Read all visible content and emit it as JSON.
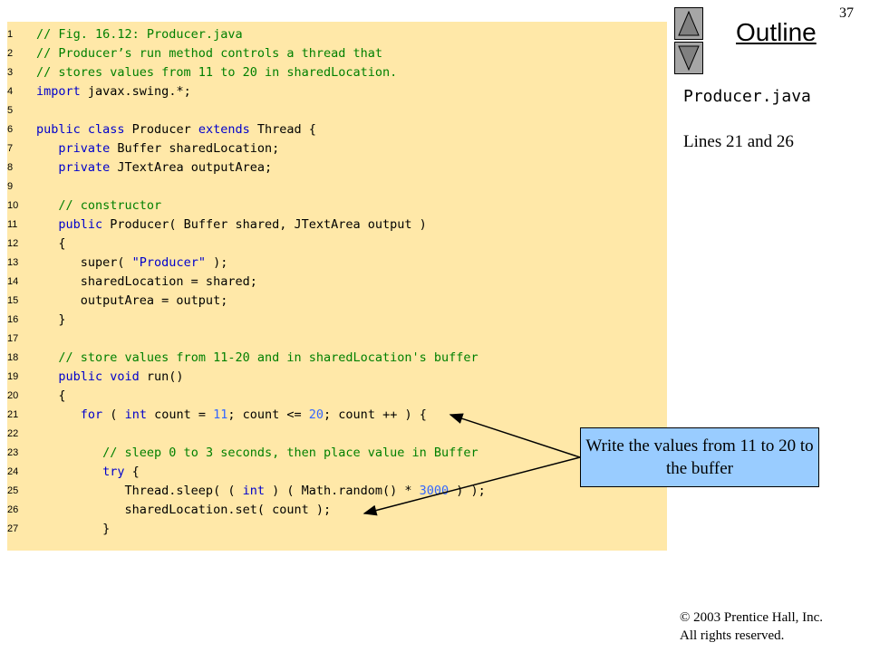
{
  "slide": {
    "page_number": "37",
    "outline_title": "Outline",
    "file_name": "Producer.java",
    "lines_note": "Lines 21 and 26",
    "callout_text": "Write the values from 11 to 20 to the buffer",
    "copyright_line1": "© 2003 Prentice Hall, Inc.",
    "copyright_line2": "All rights reserved."
  },
  "nav": {
    "up_icon": "triangle-up-icon",
    "down_icon": "triangle-down-icon"
  },
  "colors": {
    "code_background": "#ffe8a8",
    "comment": "#008000",
    "keyword": "#0000cc",
    "number": "#3366ff",
    "callout_background": "#99ccff"
  },
  "code_lines": [
    {
      "n": "1",
      "parts": [
        [
          "cmt",
          "// Fig. 16.12: Producer.java"
        ]
      ]
    },
    {
      "n": "2",
      "parts": [
        [
          "cmt",
          "// Producer’s run method controls a thread that"
        ]
      ]
    },
    {
      "n": "3",
      "parts": [
        [
          "cmt",
          "// stores values from 11 to 20 in sharedLocation."
        ]
      ]
    },
    {
      "n": "4",
      "parts": [
        [
          "kw",
          "import"
        ],
        [
          "pl",
          " javax.swing.*;"
        ]
      ]
    },
    {
      "n": "5",
      "parts": []
    },
    {
      "n": "6",
      "parts": [
        [
          "kw",
          "public class"
        ],
        [
          "pl",
          " Producer "
        ],
        [
          "kw",
          "extends"
        ],
        [
          "pl",
          " Thread {"
        ]
      ]
    },
    {
      "n": "7",
      "parts": [
        [
          "pl",
          "   "
        ],
        [
          "kw",
          "private"
        ],
        [
          "pl",
          " Buffer sharedLocation;"
        ]
      ]
    },
    {
      "n": "8",
      "parts": [
        [
          "pl",
          "   "
        ],
        [
          "kw",
          "private"
        ],
        [
          "pl",
          " JTextArea outputArea;"
        ]
      ]
    },
    {
      "n": "9",
      "parts": []
    },
    {
      "n": "10",
      "parts": [
        [
          "pl",
          "   "
        ],
        [
          "cmt",
          "// constructor"
        ]
      ]
    },
    {
      "n": "11",
      "parts": [
        [
          "pl",
          "   "
        ],
        [
          "kw",
          "public"
        ],
        [
          "pl",
          " Producer( Buffer shared, JTextArea output )"
        ]
      ]
    },
    {
      "n": "12",
      "parts": [
        [
          "pl",
          "   {"
        ]
      ]
    },
    {
      "n": "13",
      "parts": [
        [
          "pl",
          "      super( "
        ],
        [
          "str",
          "\"Producer\""
        ],
        [
          "pl",
          " );"
        ]
      ]
    },
    {
      "n": "14",
      "parts": [
        [
          "pl",
          "      sharedLocation = shared;"
        ]
      ]
    },
    {
      "n": "15",
      "parts": [
        [
          "pl",
          "      outputArea = output;"
        ]
      ]
    },
    {
      "n": "16",
      "parts": [
        [
          "pl",
          "   }"
        ]
      ]
    },
    {
      "n": "17",
      "parts": []
    },
    {
      "n": "18",
      "parts": [
        [
          "pl",
          "   "
        ],
        [
          "cmt",
          "// store values from 11-20 and in sharedLocation's buffer"
        ]
      ]
    },
    {
      "n": "19",
      "parts": [
        [
          "pl",
          "   "
        ],
        [
          "kw",
          "public void"
        ],
        [
          "pl",
          " run()"
        ]
      ]
    },
    {
      "n": "20",
      "parts": [
        [
          "pl",
          "   {"
        ]
      ]
    },
    {
      "n": "21",
      "parts": [
        [
          "pl",
          "      "
        ],
        [
          "kw",
          "for"
        ],
        [
          "pl",
          " ( "
        ],
        [
          "kw",
          "int"
        ],
        [
          "pl",
          " count = "
        ],
        [
          "num",
          "11"
        ],
        [
          "pl",
          "; count <= "
        ],
        [
          "num",
          "20"
        ],
        [
          "pl",
          "; count ++ ) {"
        ]
      ]
    },
    {
      "n": "22",
      "parts": []
    },
    {
      "n": "23",
      "parts": [
        [
          "pl",
          "         "
        ],
        [
          "cmt",
          "// sleep 0 to 3 seconds, then place value in Buffer"
        ]
      ]
    },
    {
      "n": "24",
      "parts": [
        [
          "pl",
          "         "
        ],
        [
          "kw",
          "try"
        ],
        [
          "pl",
          " {"
        ]
      ]
    },
    {
      "n": "25",
      "parts": [
        [
          "pl",
          "            Thread.sleep( ( "
        ],
        [
          "kw",
          "int"
        ],
        [
          "pl",
          " ) ( Math.random() * "
        ],
        [
          "num",
          "3000"
        ],
        [
          "pl",
          " ) );"
        ]
      ]
    },
    {
      "n": "26",
      "parts": [
        [
          "pl",
          "            sharedLocation.set( count );"
        ]
      ]
    },
    {
      "n": "27",
      "parts": [
        [
          "pl",
          "         }"
        ]
      ]
    }
  ]
}
